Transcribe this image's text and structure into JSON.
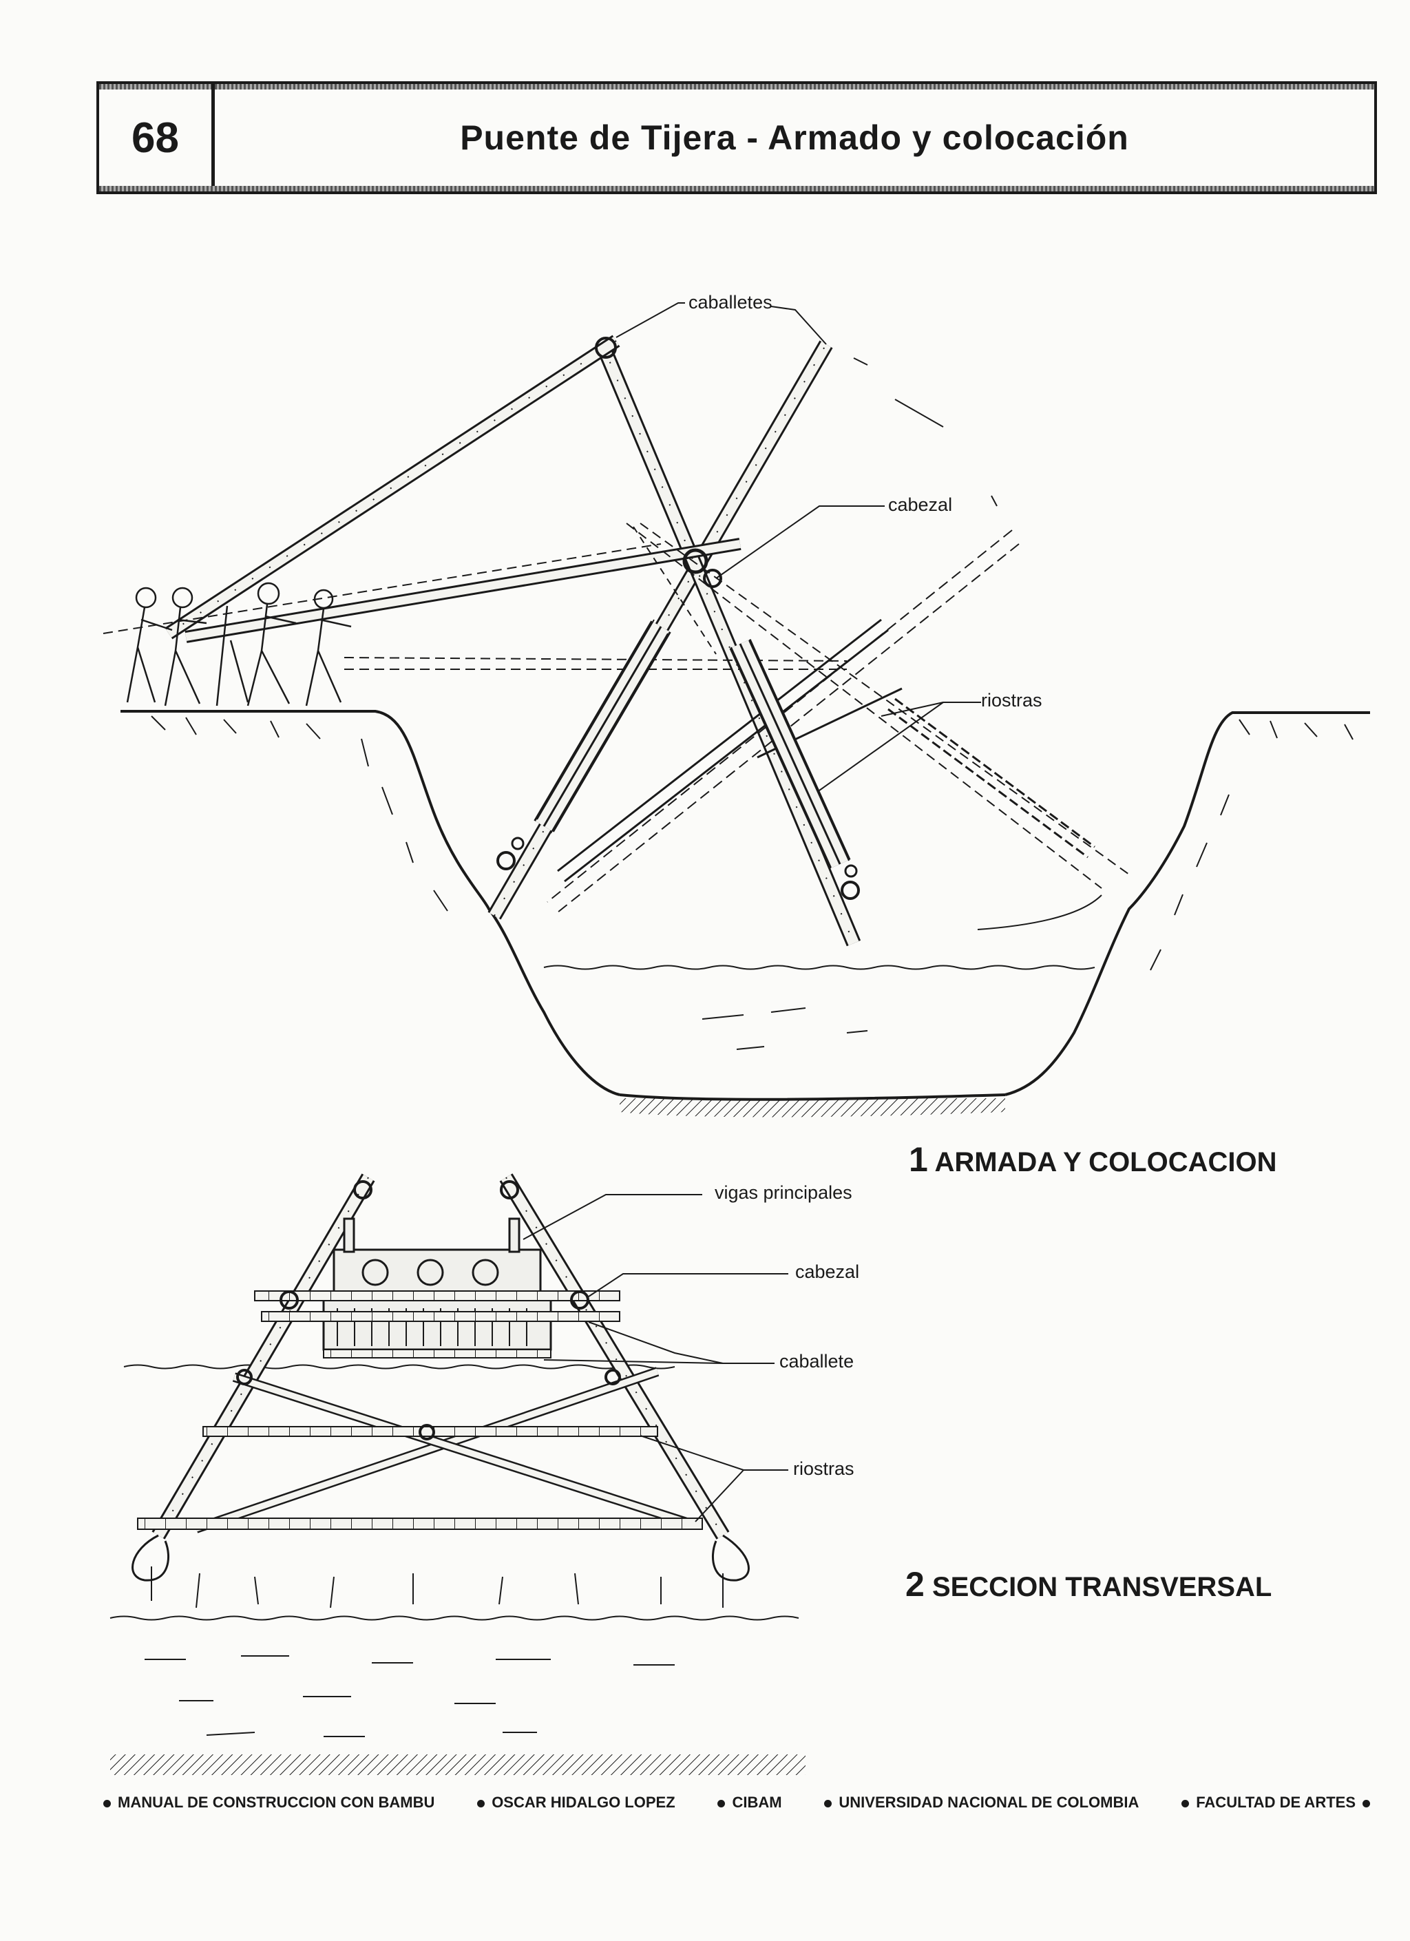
{
  "header": {
    "page_number": "68",
    "title": "Puente de Tijera - Armado y colocación"
  },
  "figure1": {
    "labels": {
      "caballetes": "caballetes",
      "cabezal": "cabezal",
      "riostras": "riostras"
    },
    "caption_number": "1",
    "caption_text": "ARMADA Y COLOCACION"
  },
  "figure2": {
    "labels": {
      "vigas_principales": "vigas principales",
      "cabezal": "cabezal",
      "caballete": "caballete",
      "riostras": "riostras"
    },
    "caption_number": "2",
    "caption_text": "SECCION TRANSVERSAL"
  },
  "footer": {
    "items": [
      "MANUAL DE CONSTRUCCION CON BAMBU",
      "OSCAR HIDALGO LOPEZ",
      "CIBAM",
      "UNIVERSIDAD NACIONAL DE COLOMBIA",
      "FACULTAD DE ARTES"
    ]
  },
  "colors": {
    "ink": "#1a1a1a",
    "paper": "#fbfbf9"
  }
}
